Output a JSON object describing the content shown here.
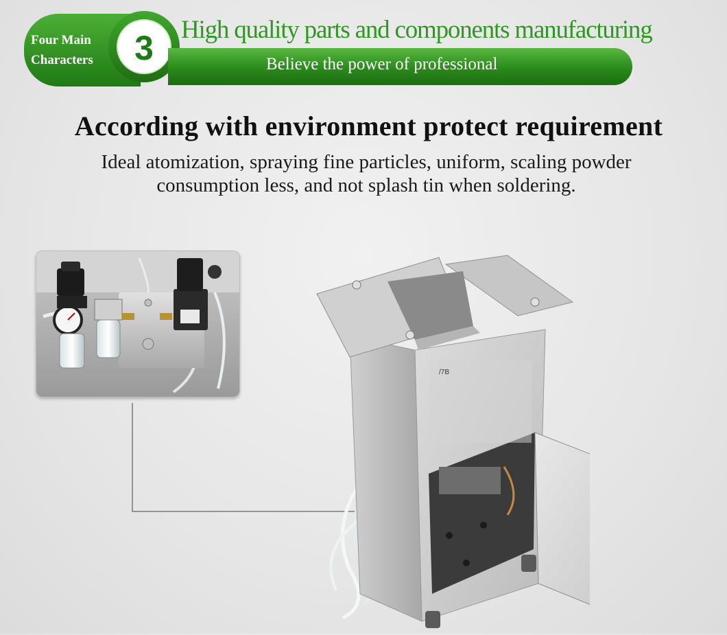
{
  "banner": {
    "label": "Four Main Characters",
    "number": "3",
    "title": "High quality parts and components manufacturing",
    "subtitle": "Believe the power of professional"
  },
  "main": {
    "heading": "According with environment protect requirement",
    "description_lines": [
      "Ideal atomization, spraying fine particles, uniform, scaling powder",
      "consumption less, and not splash tin when soldering."
    ]
  },
  "colors": {
    "brand_green": "#2e9920",
    "dark_green": "#1e7a14",
    "highlight_dot": "#1a6fd6"
  },
  "images": {
    "inset": "air-filter-regulator-and-solenoid-valve-photo",
    "machine": "stainless-steel-flux-spray-cabinet-photo"
  }
}
